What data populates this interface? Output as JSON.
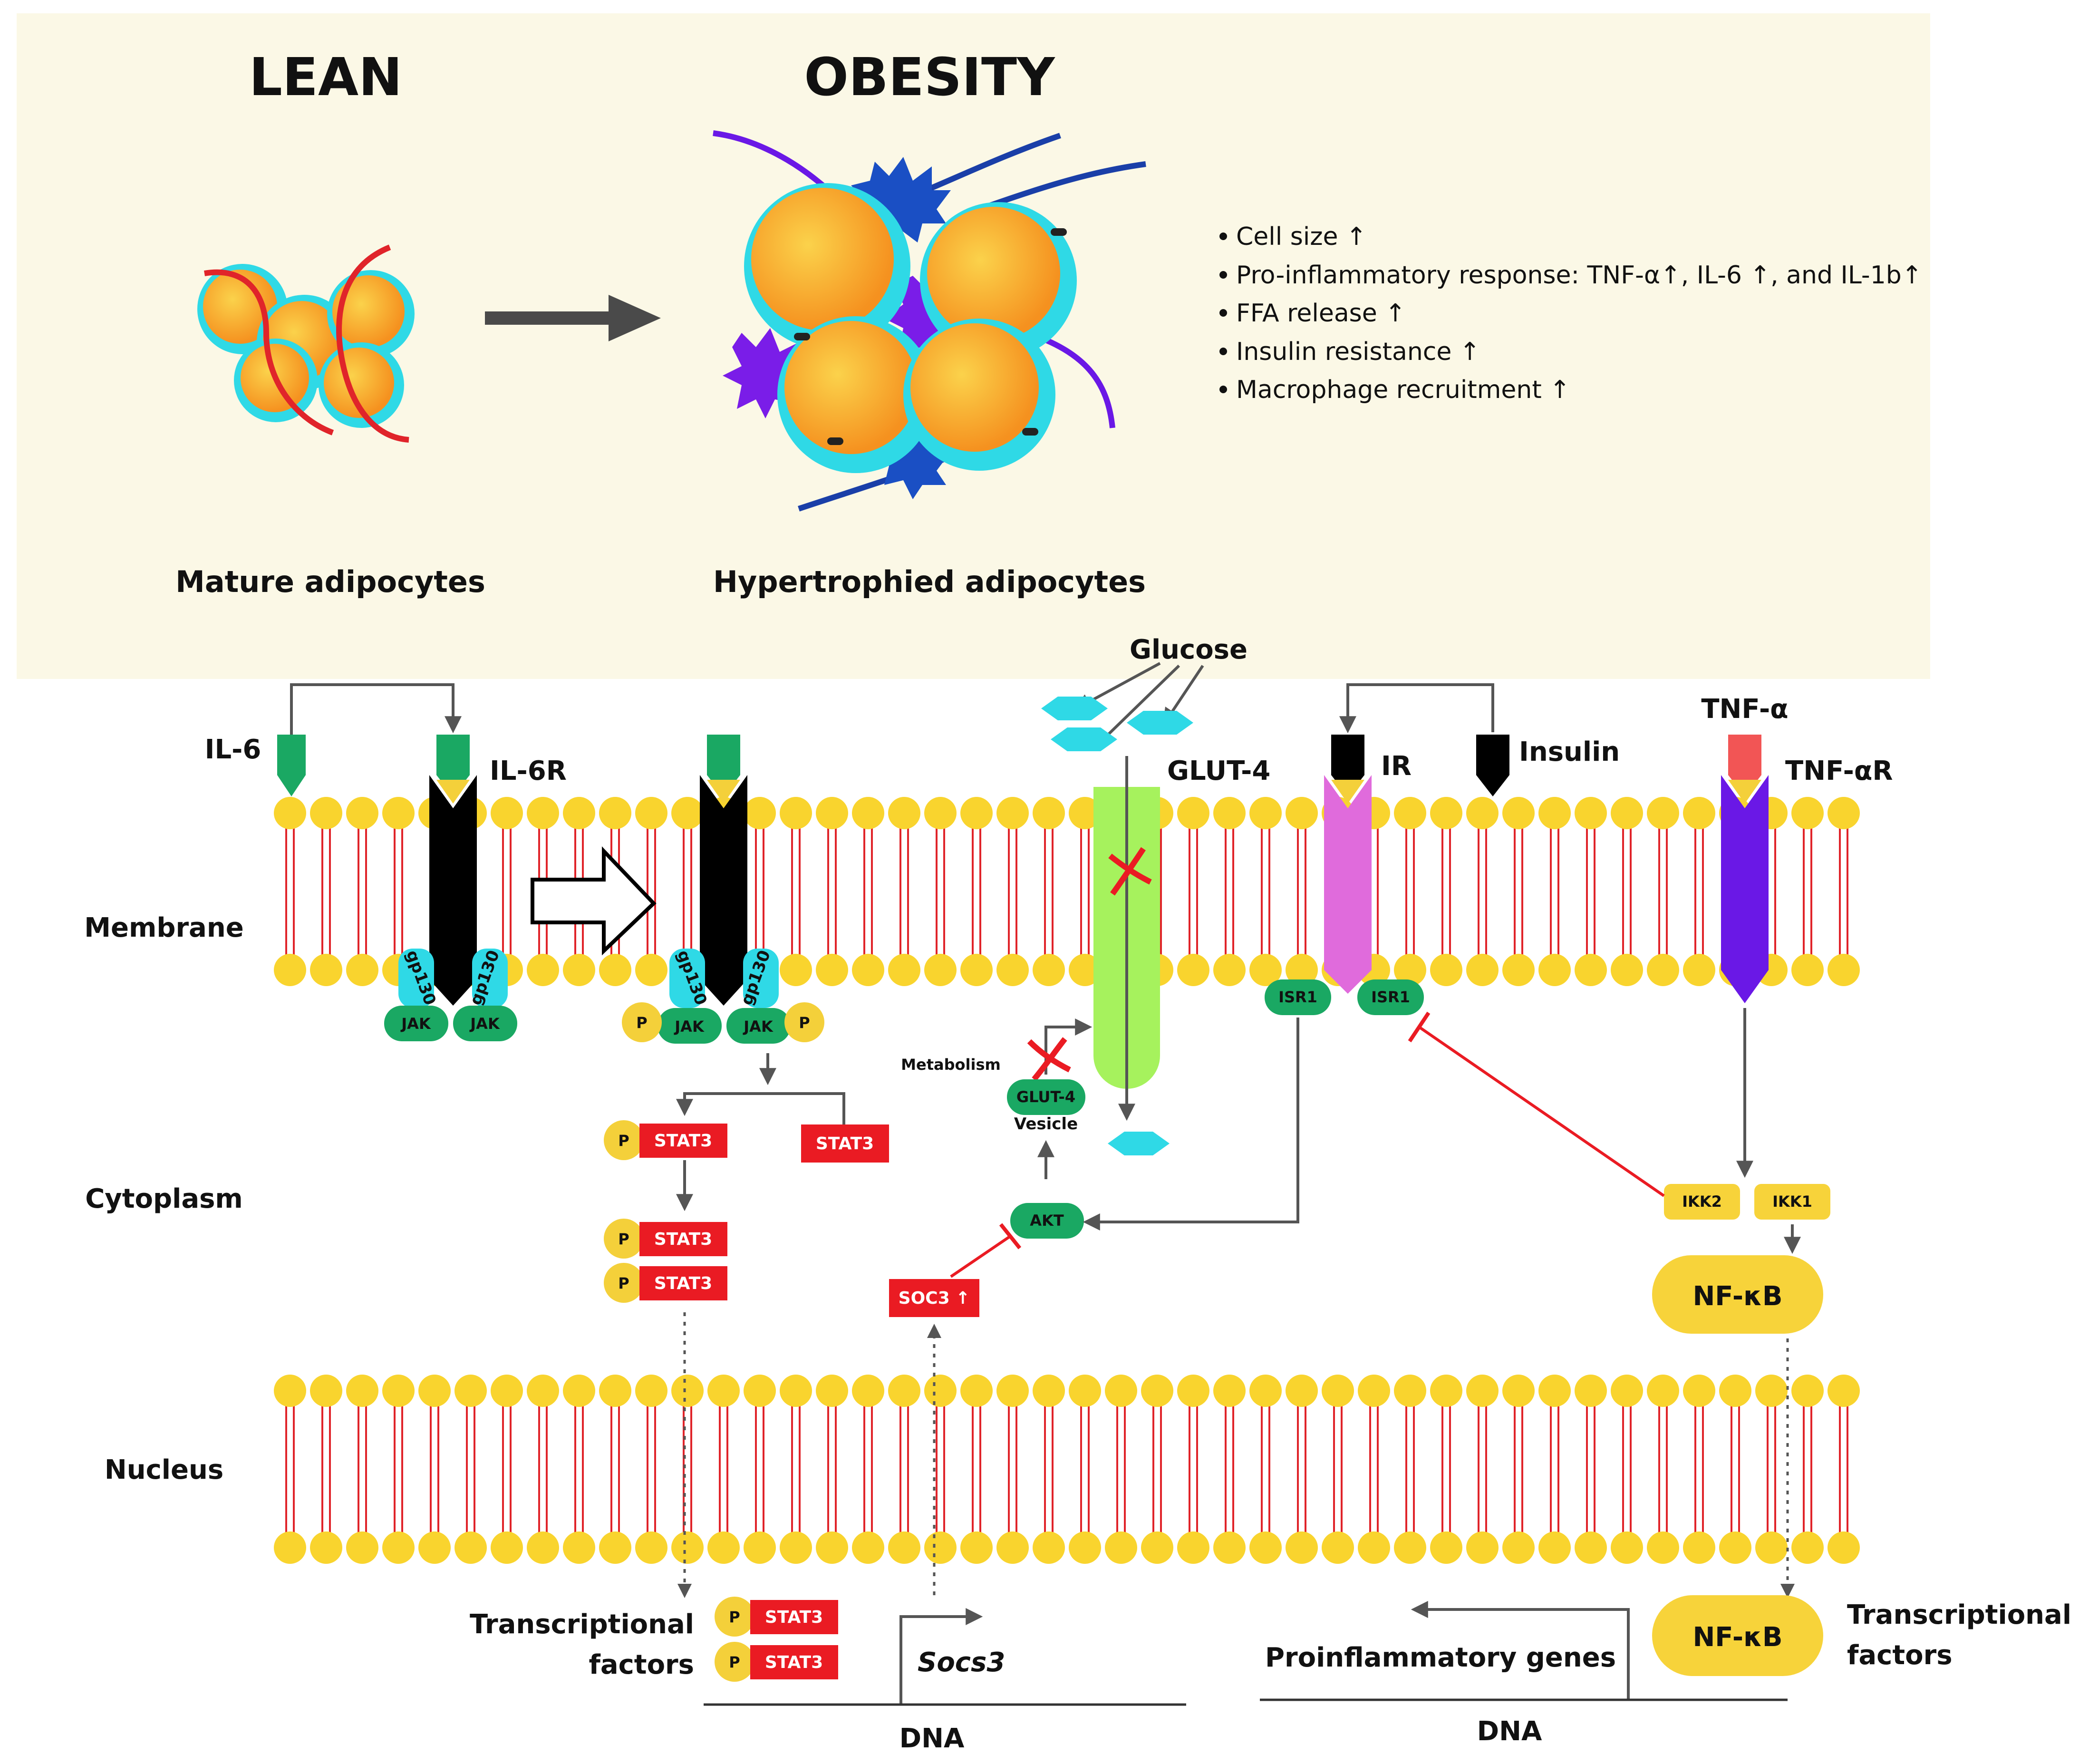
{
  "top_panel": {
    "lean_title": "LEAN",
    "obesity_title": "OBESITY",
    "lean_caption": "Mature adipocytes",
    "obesity_caption": "Hypertrophied adipocytes",
    "bullets": [
      "Cell size ↑",
      "Pro-inflammatory response: TNF-α↑, IL-6 ↑, and IL-1b↑",
      "FFA release ↑",
      "Insulin resistance ↑",
      "Macrophage recruitment ↑"
    ]
  },
  "compartments": {
    "membrane": "Membrane",
    "cytoplasm": "Cytoplasm",
    "nucleus": "Nucleus"
  },
  "il6_pathway": {
    "ligand": "IL-6",
    "receptor": "IL-6R",
    "gp130": "gp130",
    "jak": "JAK",
    "p": "P",
    "stat3": "STAT3"
  },
  "glut4_pathway": {
    "glucose": "Glucose",
    "transporter": "GLUT-4",
    "metabolism": "Metabolism",
    "vesicle_label": "GLUT-4",
    "vesicle_caption": "Vesicle",
    "akt": "AKT",
    "socs": "SOC3 ↑"
  },
  "insulin_pathway": {
    "receptor": "IR",
    "ligand": "Insulin",
    "substrate": "ISR1"
  },
  "tnf_pathway": {
    "ligand": "TNF-α",
    "receptor": "TNF-αR",
    "ikk2": "IKK2",
    "ikk1": "IKK1",
    "nfkb": "NF-κB"
  },
  "nucleus_content": {
    "tf_left_line1": "Transcriptional",
    "tf_left_line2": "factors",
    "gene": "Socs3",
    "dna_left": "DNA",
    "proinflammatory": "Proinflammatory genes",
    "dna_right": "DNA",
    "tf_right_line1": "Transcriptional",
    "tf_right_line2": "factors"
  },
  "colors": {
    "panel_bg": "#fbf8e6",
    "lipid_head": "#f9d42e",
    "lipid_tail": "#e0242a",
    "green": "#1aa863",
    "cyan": "#2fd9e6",
    "red_box": "#ea1b23",
    "black_receptor": "#000000",
    "ir_pink": "#e06bdc",
    "tnf_purple": "#6a18e6",
    "glut_green": "#a6f25d",
    "nfkb_yellow": "#f7d33a",
    "arrow_gray": "#555555"
  }
}
